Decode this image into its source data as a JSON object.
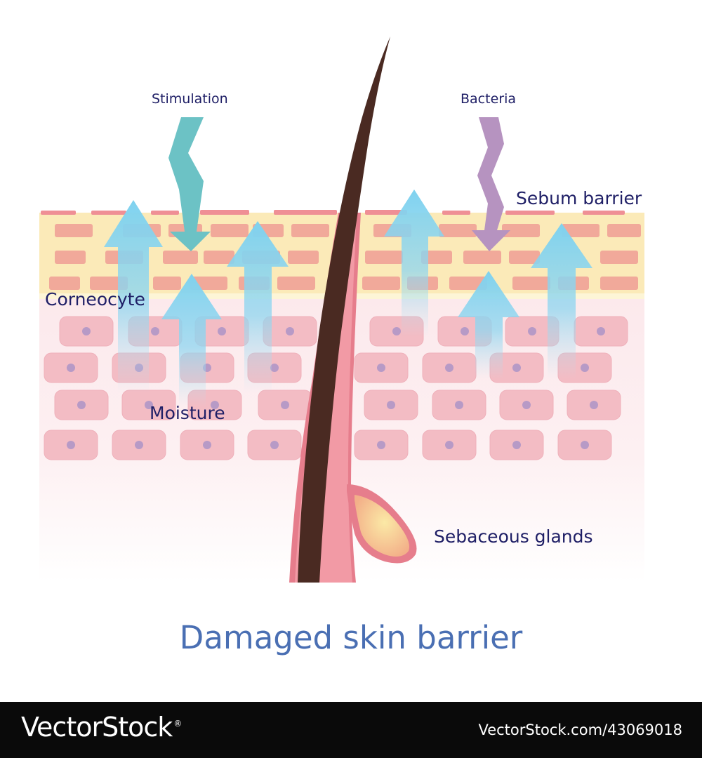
{
  "labels": {
    "stimulation": "Stimulation",
    "bacteria": "Bacteria",
    "sebum_barrier": "Sebum barrier",
    "corneocyte": "Corneocyte",
    "moisture": "Moisture",
    "sebaceous_glands": "Sebaceous glands"
  },
  "title": "Damaged skin barrier",
  "footer": {
    "brand": "VectorStock",
    "brand_mark": "®",
    "credit": "VectorStock.com/43069018"
  },
  "colors": {
    "title": "#4a6fb3",
    "label": "#1f1f66",
    "corneocyte_brick": "#f1a99a",
    "stratum_corneum": "#fbeab8",
    "living_cell": "#f3bcc4",
    "nucleus": "#b79ac6",
    "hair": "#4a2a22",
    "follicle": "#e67d8c",
    "moisture_arrow": "#7fd2ef",
    "stimulation_zigzag": "#6cc2c5",
    "bacteria_zigzag": "#b693c0",
    "gland": "#f7d68c"
  }
}
